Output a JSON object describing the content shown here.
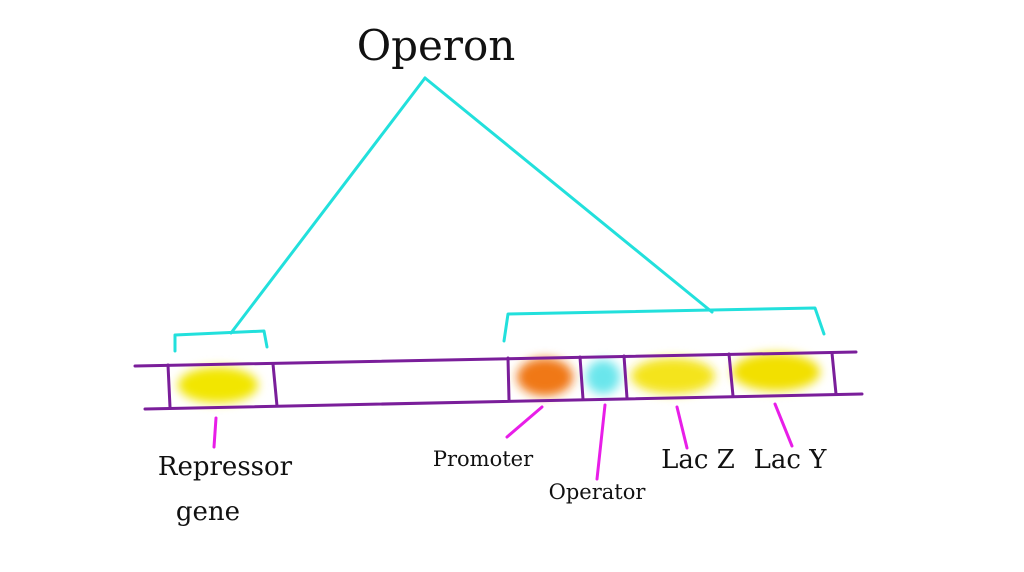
{
  "title": "Operon",
  "colors": {
    "dna_strand": "#7a1e9a",
    "bracket": "#22e0dc",
    "pointer": "#e81ee8",
    "repressor": "#f2e600",
    "promoter": "#f07818",
    "operator": "#6ae6ec",
    "lacz": "#f4e41a",
    "lacy": "#f2e000",
    "text": "#111111"
  },
  "labels": {
    "repressor_line1": "Repressor",
    "repressor_line2": "gene",
    "promoter": "Promoter",
    "operator": "Operator",
    "lacz": "Lac Z",
    "lacy": "Lac Y"
  }
}
